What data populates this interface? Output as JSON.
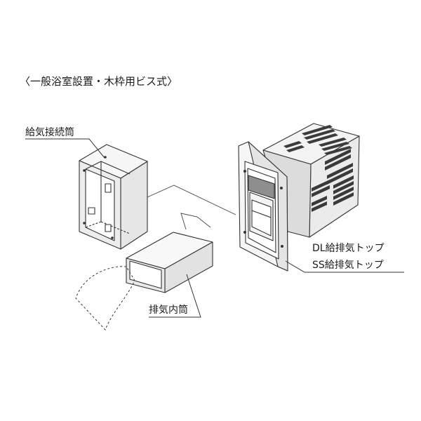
{
  "title": "〈一般浴室設置・木枠用ビス式〉",
  "labels": {
    "supply_tube": "給気接続筒",
    "exhaust_inner_tube": "排気内筒",
    "dl_top": "DL給排気トップ",
    "ss_top": "SS給排気トップ"
  },
  "colors": {
    "line": "#333333",
    "fill_light": "#f2f2f2",
    "fill_mid": "#d9d9d9",
    "fill_dark": "#9a9a9a"
  }
}
